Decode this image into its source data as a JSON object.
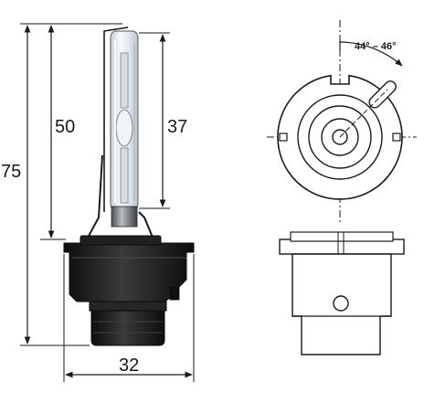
{
  "dimensions": {
    "total_height": "75",
    "bulb_to_base_height": "50",
    "capsule_length": "37",
    "base_width": "32"
  },
  "angle_label": "44° – 46°",
  "colors": {
    "ink": "#1a1a1a",
    "base_black": "#1c1c1c",
    "glass": "#e9edf1",
    "metal": "#8a8f94"
  }
}
